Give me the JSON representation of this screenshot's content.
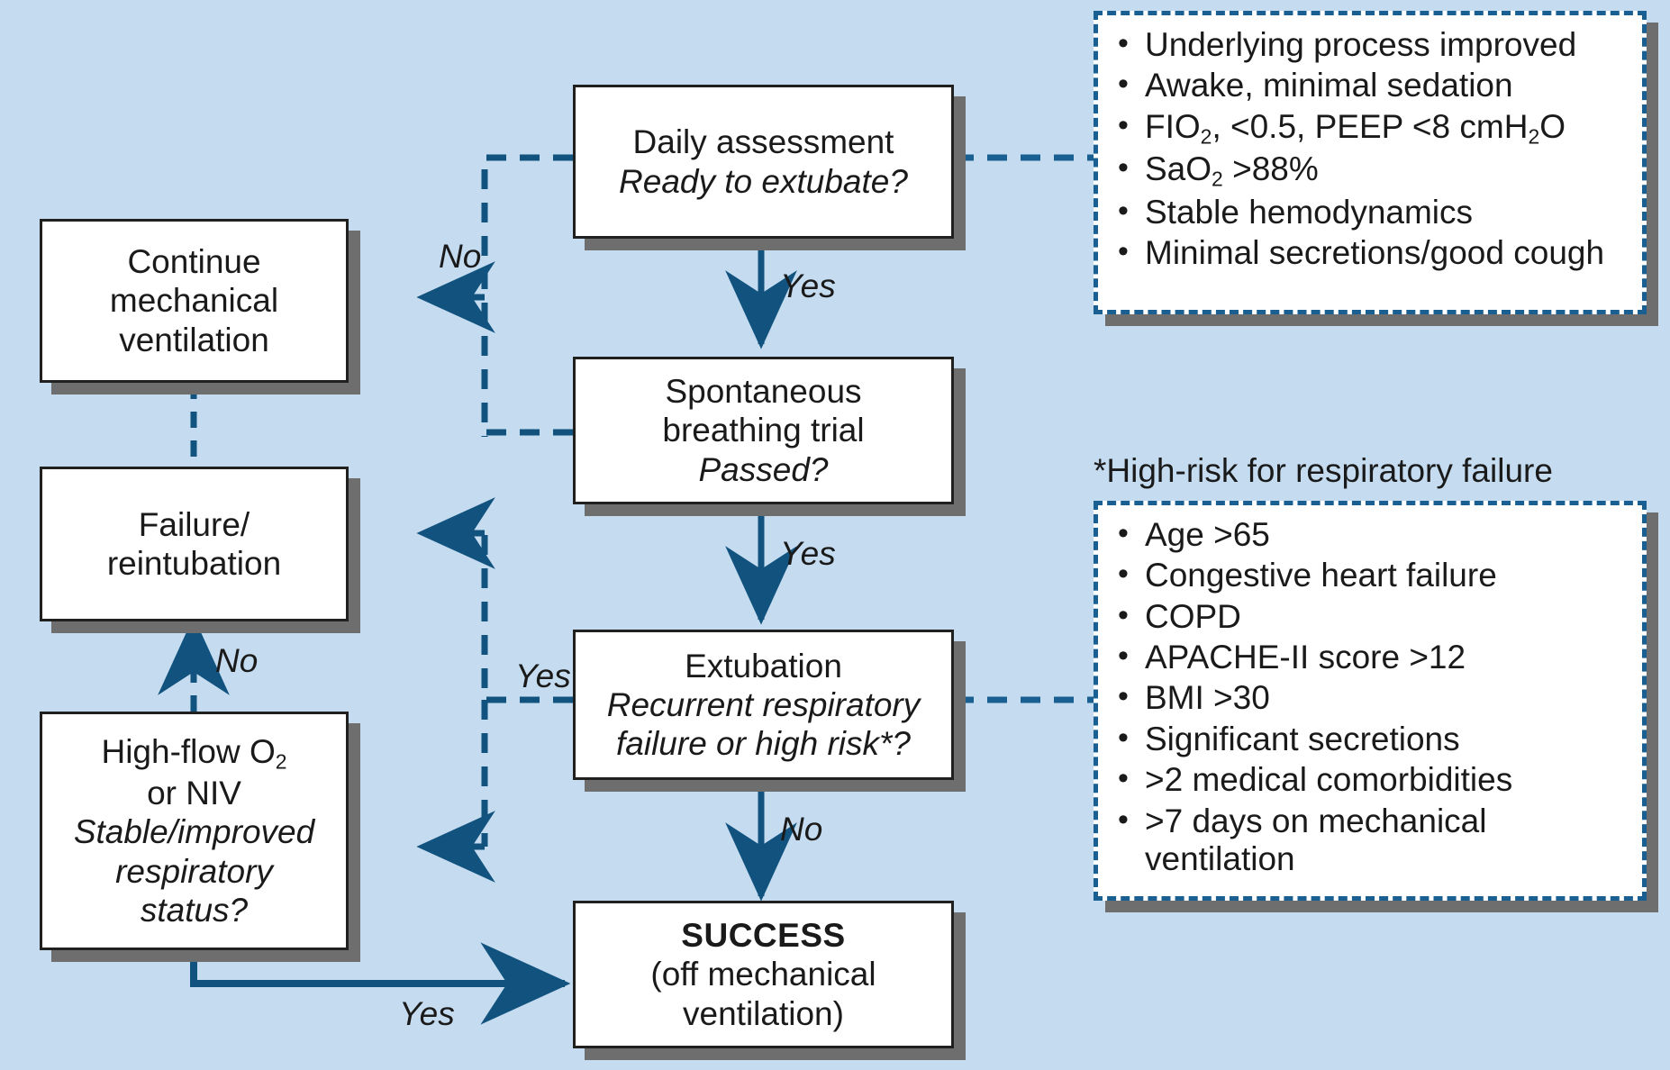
{
  "figure": {
    "type": "flowchart",
    "subject": "Mechanical ventilation liberation / extubation decision algorithm",
    "background_color": "#c5dcf0",
    "accent_color": "#11527e",
    "dashed_color": "#1a5f91",
    "shadow_color": "#6e6e6e",
    "box_fill": "#ffffff",
    "box_border": "#20201f"
  },
  "nodes": {
    "daily_assessment": {
      "line1": "Daily assessment",
      "line2": "Ready to extubate?"
    },
    "sbt": {
      "line1": "Spontaneous",
      "line2": "breathing trial",
      "line3": "Passed?"
    },
    "extubation": {
      "line1": "Extubation",
      "line2": "Recurrent respiratory",
      "line3": "failure or high risk*?"
    },
    "success": {
      "line1": "SUCCESS",
      "line2": "(off mechanical",
      "line3": "ventilation)"
    },
    "continue_mv": {
      "line1": "Continue",
      "line2": "mechanical",
      "line3": "ventilation"
    },
    "failure": {
      "line1": "Failure/",
      "line2": "reintubation"
    },
    "highflow": {
      "line1_a": "High-flow O",
      "line1_sub": "2",
      "line2": "or NIV",
      "line3": "Stable/improved",
      "line4": "respiratory",
      "line5": "status?"
    }
  },
  "edge_labels": {
    "no_daily_to_continue": "No",
    "yes_daily_to_sbt": "Yes",
    "yes_sbt_to_extubation": "Yes",
    "yes_extubation_branch": "Yes",
    "no_extubation_to_success": "No",
    "no_highflow_to_failure": "No",
    "yes_highflow_to_success": "Yes"
  },
  "callouts": {
    "readiness": {
      "items": [
        {
          "text": "Underlying process improved"
        },
        {
          "text": "Awake, minimal sedation"
        },
        {
          "pre": "FIO",
          "sub": "2",
          "mid": ", <0.5, PEEP <8 cmH",
          "sub2": "2",
          "post": "O"
        },
        {
          "pre": "SaO",
          "sub": "2",
          "mid": " >88%",
          "post": ""
        },
        {
          "text": "Stable hemodynamics"
        },
        {
          "text": "Minimal secretions/good cough"
        }
      ]
    },
    "highrisk": {
      "title": "*High-risk for respiratory failure",
      "items": [
        "Age >65",
        "Congestive heart failure",
        "COPD",
        "APACHE-II score >12",
        "BMI >30",
        "Significant secretions",
        ">2 medical comorbidities",
        ">7 days on mechanical ventilation"
      ]
    }
  }
}
